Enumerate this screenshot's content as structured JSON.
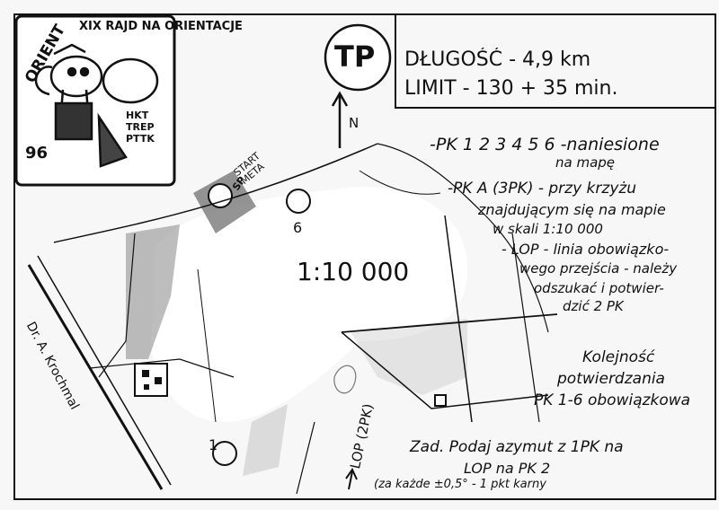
{
  "logo": {
    "name": "ORIENT",
    "event": "XIX RAJD NA ORIENTACJE",
    "year": "96",
    "club": [
      "HKT",
      "TREP",
      "PTTK"
    ]
  },
  "category": "TP",
  "header": {
    "length_label": "DŁUGOŚĆ",
    "length_value": "4,9 km",
    "limit_label": "LIMIT",
    "limit_value": "130 + 35 min."
  },
  "north_label": "N",
  "scale": "1:10 000",
  "start_label": [
    "START",
    "META"
  ],
  "sp_label": "SP",
  "controls": [
    "1",
    "6"
  ],
  "road_name": "Dr. A. Krochmal",
  "lop_label": "LOP (2PK)",
  "notes": {
    "pk_line1": "-PK 1 2 3 4 5 6 -naniesione",
    "pk_line2": "na mapę",
    "pka_line1": "-PK A (3PK) - przy krzyżu",
    "pka_line2": "znajdującym się na mapie",
    "pka_line3": "w skali 1:10 000",
    "lop_line1": "- LOP - linia obowiązko-",
    "lop_line2": "wego przejścia - należy",
    "lop_line3": "odszukać i potwier-",
    "lop_line4": "dzić 2 PK",
    "order_line1": "Kolejność",
    "order_line2": "potwierdzania",
    "order_line3": "PK 1-6 obowiązkowa"
  },
  "task": {
    "line1": "Zad. Podaj azymut z 1PK na",
    "line2": "LOP na PK 2",
    "line3": "(za każde ±0,5° - 1 pkt karny"
  },
  "colors": {
    "ink": "#111111",
    "paper": "#f7f7f7",
    "map_grey": "#888888"
  }
}
